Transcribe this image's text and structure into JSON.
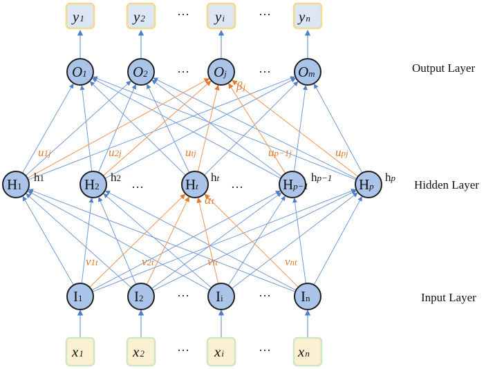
{
  "outputs": [
    {
      "sym": "y",
      "sub": "1"
    },
    {
      "sym": "y",
      "sub": "2"
    },
    {
      "sym": "y",
      "sub": "i"
    },
    {
      "sym": "y",
      "sub": "n"
    }
  ],
  "output_nodes": [
    {
      "sym": "O",
      "sub": "1"
    },
    {
      "sym": "O",
      "sub": "2"
    },
    {
      "sym": "O",
      "sub": "j"
    },
    {
      "sym": "O",
      "sub": "m"
    }
  ],
  "hidden_nodes": [
    {
      "sym": "H",
      "sub": "1",
      "h": "h",
      "hsub": "1"
    },
    {
      "sym": "H",
      "sub": "2",
      "h": "h",
      "hsub": "2"
    },
    {
      "sym": "H",
      "sub": "t",
      "h": "h",
      "hsub": "t"
    },
    {
      "sym": "H",
      "sub": "p−1",
      "h": "h",
      "hsub": "p−1"
    },
    {
      "sym": "H",
      "sub": "p",
      "h": "h",
      "hsub": "p"
    }
  ],
  "input_nodes": [
    {
      "sym": "I",
      "sub": "1"
    },
    {
      "sym": "I",
      "sub": "2"
    },
    {
      "sym": "I",
      "sub": "i"
    },
    {
      "sym": "I",
      "sub": "n"
    }
  ],
  "inputs": [
    {
      "sym": "x",
      "sub": "1"
    },
    {
      "sym": "x",
      "sub": "2"
    },
    {
      "sym": "x",
      "sub": "i"
    },
    {
      "sym": "x",
      "sub": "n"
    }
  ],
  "ellipsis": "···",
  "hidden_ellipsis": "…",
  "weights_u": [
    {
      "sym": "u",
      "sub": "1j"
    },
    {
      "sym": "u",
      "sub": "2j"
    },
    {
      "sym": "u",
      "sub": "tj"
    },
    {
      "sym": "u",
      "sub": "p−1j"
    },
    {
      "sym": "u",
      "sub": "pj"
    }
  ],
  "weights_v": [
    {
      "sym": "v",
      "sub": "1t"
    },
    {
      "sym": "v",
      "sub": "2t"
    },
    {
      "sym": "v",
      "sub": "it"
    },
    {
      "sym": "v",
      "sub": "nt"
    }
  ],
  "beta": {
    "sym": "β",
    "sub": "j"
  },
  "alpha": {
    "sym": "α",
    "sub": "t"
  },
  "layers": {
    "output": "Output Layer",
    "hidden": "Hidden Layer",
    "input": "Input Layer"
  },
  "colors": {
    "node_fill": "#aac4ea",
    "blue_edge": "#6f9ad6",
    "orange_edge": "#f09a5e",
    "orange_text": "#e07a2c",
    "y_box_border": "#f3d98a",
    "x_box_fill": "#fbf1d2"
  }
}
